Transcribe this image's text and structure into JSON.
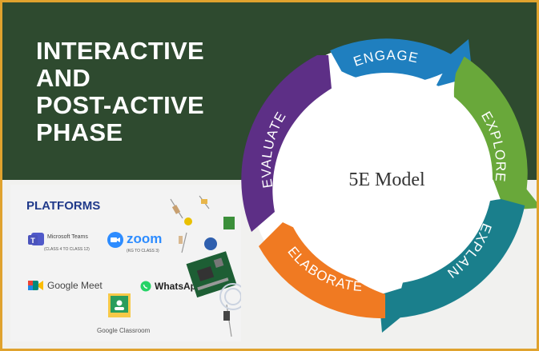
{
  "title_lines": [
    "INTERACTIVE",
    "AND",
    "POST-ACTIVE",
    "PHASE"
  ],
  "platforms": {
    "heading": "PLATFORMS",
    "teams": "Microsoft Teams",
    "teams_note": "(CLASS 4 TO CLASS 12)",
    "zoom": "zoom",
    "zoom_note": "(KG TO CLASS 3)",
    "meet": "Google Meet",
    "whatsapp": "WhatsApp",
    "classroom": "Google Classroom"
  },
  "cycle": {
    "center_label": "5E Model",
    "stages": [
      {
        "name": "ENGAGE",
        "color": "#1f7fbf"
      },
      {
        "name": "EXPLORE",
        "color": "#69a83a"
      },
      {
        "name": "EXPLAIN",
        "color": "#1a7f8c"
      },
      {
        "name": "ELABORATE",
        "color": "#f07a22"
      },
      {
        "name": "EVALUATE",
        "color": "#5d2f86"
      }
    ]
  },
  "colors": {
    "border": "#e0a32e",
    "band": "#2e4a2f",
    "platforms_heading": "#203a8a"
  }
}
